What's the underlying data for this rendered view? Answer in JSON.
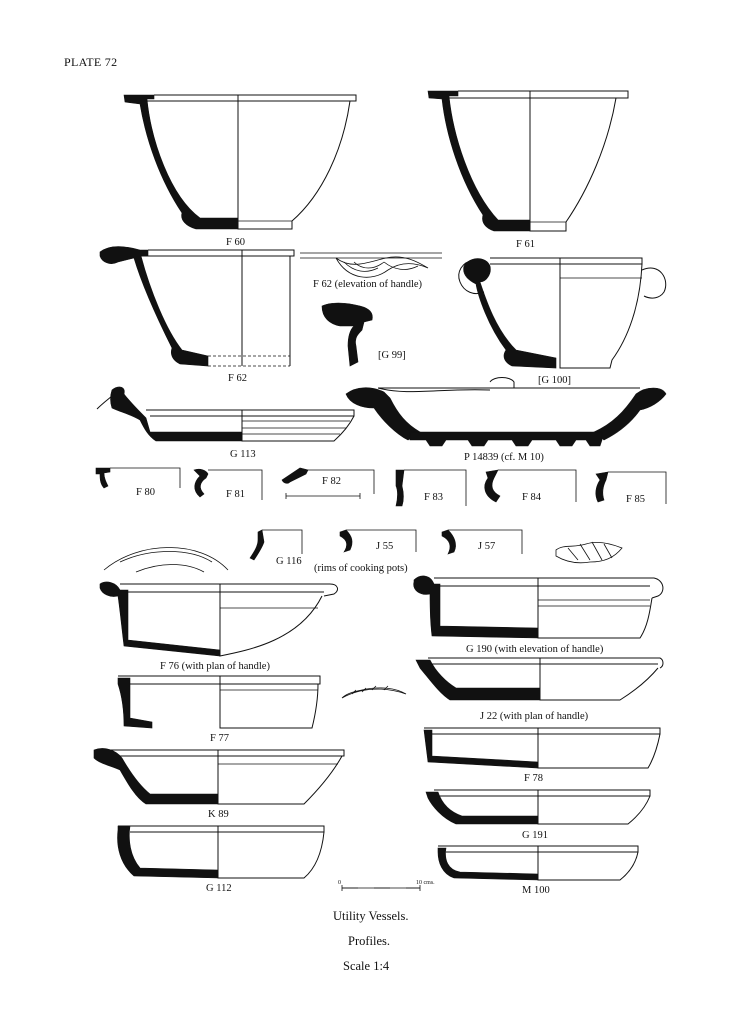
{
  "plate_title": "PLATE 72",
  "labels": {
    "f60": "F 60",
    "f61": "F 61",
    "f62": "F 62",
    "f62_handle": "F 62 (elevation of handle)",
    "g99": "[G 99]",
    "g100": "[G 100]",
    "g113": "G 113",
    "p14839": "P 14839 (cf. M 10)",
    "f80": "F 80",
    "f81": "F 81",
    "f82": "F 82",
    "f83": "F 83",
    "f84": "F 84",
    "f85": "F 85",
    "g116": "G 116",
    "j55": "J 55",
    "j57": "J 57",
    "rims_note": "(rims of cooking pots)",
    "f76": "F 76 (with plan of handle)",
    "g190": "G 190 (with elevation of handle)",
    "f77": "F 77",
    "j22": "J 22 (with plan of handle)",
    "f78": "F 78",
    "k89": "K 89",
    "g191": "G 191",
    "g112": "G 112",
    "m100": "M 100"
  },
  "scale_bar": {
    "start": "0",
    "end": "10 cms."
  },
  "caption": {
    "line1": "Utility Vessels.",
    "line2": "Profiles.",
    "line3": "Scale 1:4"
  }
}
